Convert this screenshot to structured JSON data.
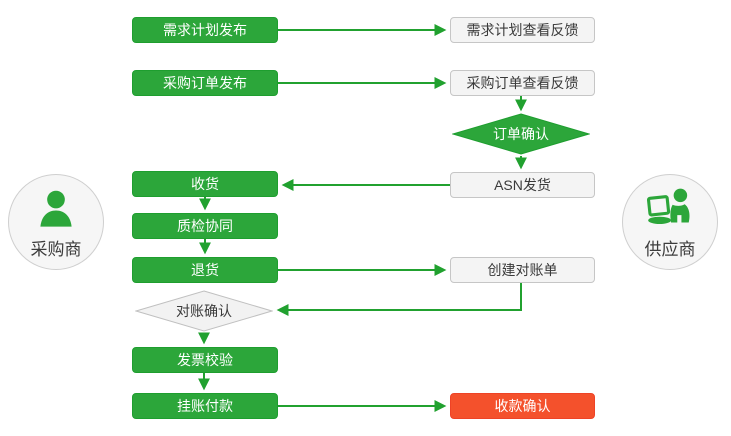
{
  "colors": {
    "process_green": "#2ca63a",
    "process_green_border": "#1e9e2f",
    "connector_green": "#21a12f",
    "feedback_gray_fill": "#f4f4f4",
    "feedback_gray_border": "#c6c6c6",
    "terminal_red": "#f4512c",
    "text_dark": "#3a3a3a",
    "text_white": "#ffffff"
  },
  "actors": {
    "buyer": {
      "label": "采购商",
      "icon": "person-icon"
    },
    "supplier": {
      "label": "供应商",
      "icon": "person-laptop-icon"
    }
  },
  "nodes": {
    "demand_publish": {
      "label": "需求计划发布",
      "type": "process"
    },
    "demand_feedback": {
      "label": "需求计划查看反馈",
      "type": "feedback"
    },
    "po_publish": {
      "label": "采购订单发布",
      "type": "process"
    },
    "po_feedback": {
      "label": "采购订单查看反馈",
      "type": "feedback"
    },
    "order_confirm": {
      "label": "订单确认",
      "type": "decision"
    },
    "asn_ship": {
      "label": "ASN发货",
      "type": "feedback"
    },
    "receive": {
      "label": "收货",
      "type": "process"
    },
    "quality": {
      "label": "质检协同",
      "type": "process"
    },
    "return_goods": {
      "label": "退货",
      "type": "process"
    },
    "statement_create": {
      "label": "创建对账单",
      "type": "feedback"
    },
    "reconcile_confirm": {
      "label": "对账确认",
      "type": "decision"
    },
    "invoice_check": {
      "label": "发票校验",
      "type": "process"
    },
    "payment": {
      "label": "挂账付款",
      "type": "process"
    },
    "receipt_confirm": {
      "label": "收款确认",
      "type": "terminal"
    }
  }
}
